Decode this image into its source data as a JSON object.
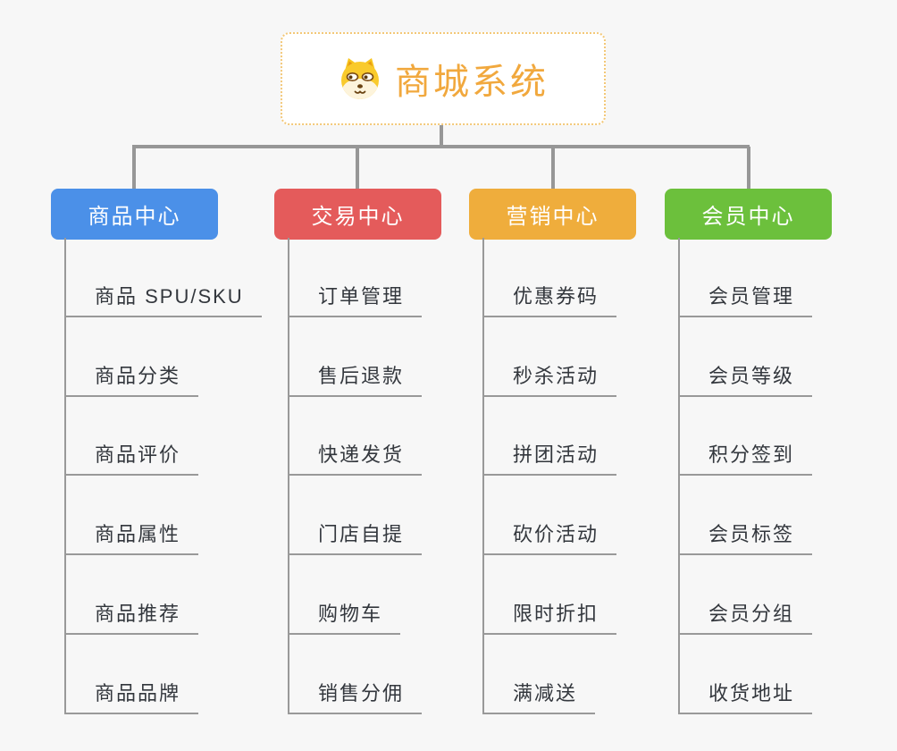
{
  "root": {
    "title": "商城系统",
    "icon": "dog-face-icon",
    "title_color": "#f1a83d",
    "border_color": "#f3c878"
  },
  "connector_color": "#979797",
  "branches": [
    {
      "label": "商品中心",
      "color": "#4b90e8",
      "children": [
        "商品 SPU/SKU",
        "商品分类",
        "商品评价",
        "商品属性",
        "商品推荐",
        "商品品牌"
      ]
    },
    {
      "label": "交易中心",
      "color": "#e45b5b",
      "children": [
        "订单管理",
        "售后退款",
        "快递发货",
        "门店自提",
        "购物车",
        "销售分佣"
      ]
    },
    {
      "label": "营销中心",
      "color": "#efad3c",
      "children": [
        "优惠券码",
        "秒杀活动",
        "拼团活动",
        "砍价活动",
        "限时折扣",
        "满减送"
      ]
    },
    {
      "label": "会员中心",
      "color": "#6cc03c",
      "children": [
        "会员管理",
        "会员等级",
        "积分签到",
        "会员标签",
        "会员分组",
        "收货地址"
      ]
    }
  ]
}
